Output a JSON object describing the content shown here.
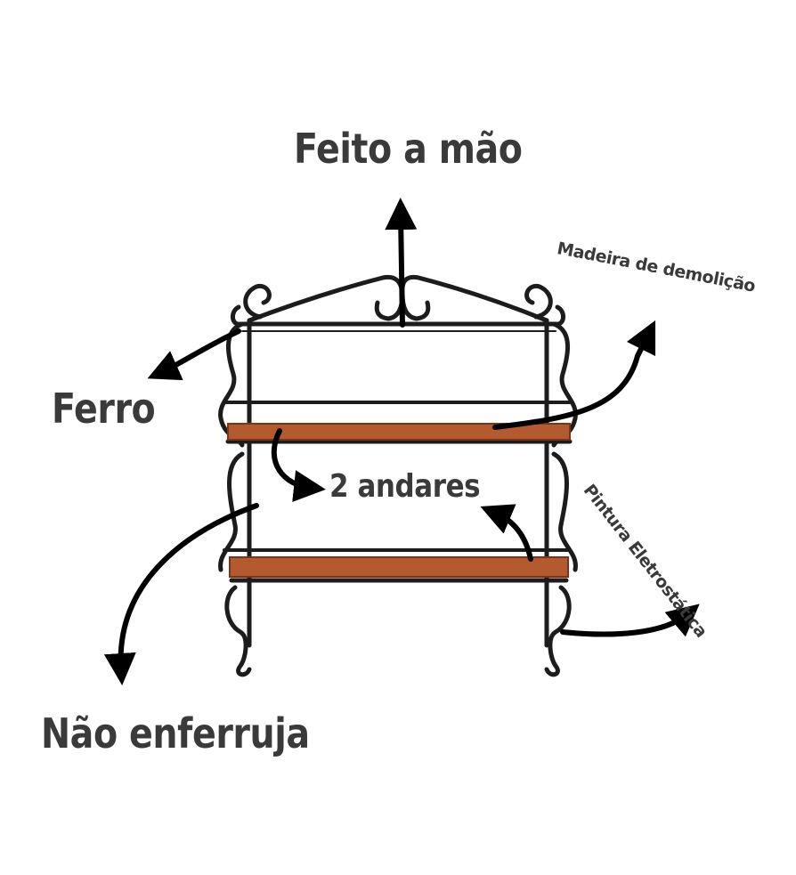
{
  "labels": {
    "handmade": "Feito a mão",
    "demolition_wood": "Madeira de demolição",
    "iron": "Ferro",
    "two_tiers": "2 andares",
    "electrostatic_paint": "Pintura Eletrostática",
    "rustproof": "Não enferruja"
  },
  "colors": {
    "iron": "#1c1c1c",
    "wood": "#b45a2f",
    "wood_edge": "#7a3518",
    "text": "#3a3a3a",
    "arrow": "#000000"
  }
}
